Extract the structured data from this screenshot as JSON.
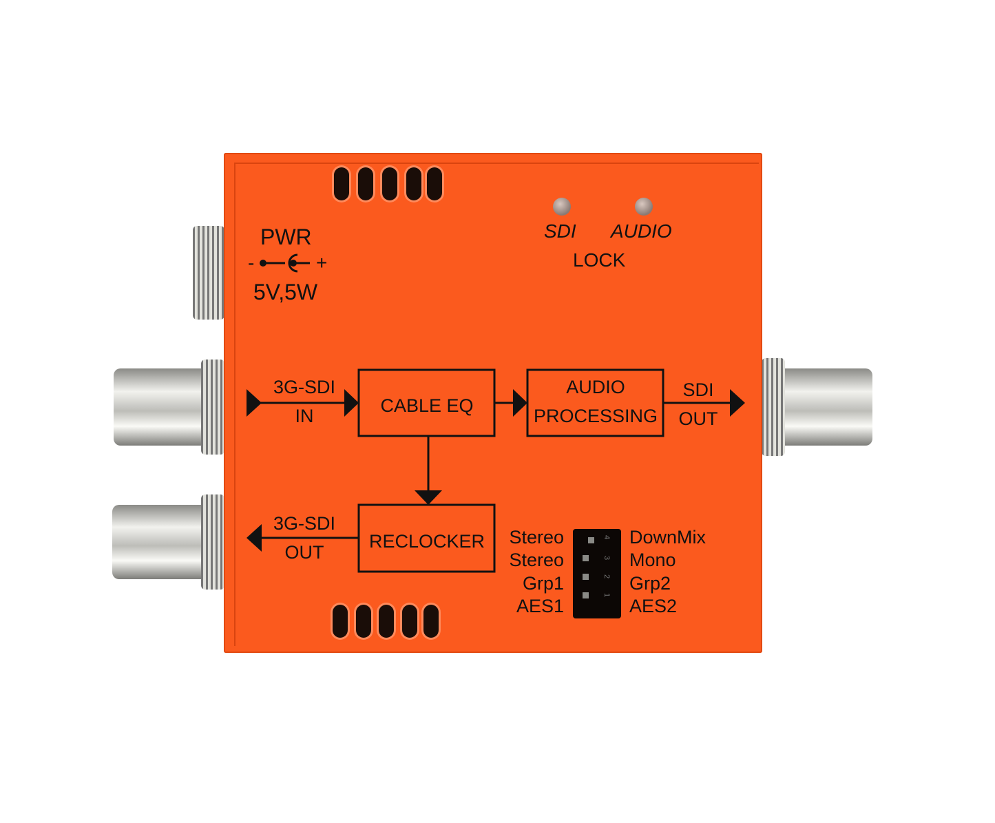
{
  "device": {
    "power": {
      "label": "PWR",
      "polarity_minus": "-",
      "polarity_plus": "+",
      "rating": "5V,5W"
    },
    "leds": [
      {
        "label": "SDI"
      },
      {
        "label": "AUDIO"
      }
    ],
    "lock_label": "LOCK",
    "diagram": {
      "input": {
        "line1": "3G-SDI",
        "line2": "IN"
      },
      "cable_eq": "CABLE EQ",
      "audio_processing": {
        "line1": "AUDIO",
        "line2": "PROCESSING"
      },
      "sdi_out": {
        "line1": "SDI",
        "line2": "OUT"
      },
      "reclocker": "RECLOCKER",
      "loop_out": {
        "line1": "3G-SDI",
        "line2": "OUT"
      }
    },
    "dip_switch": {
      "left_labels": [
        "Stereo",
        "Stereo",
        "Grp1",
        "AES1"
      ],
      "right_labels": [
        "DownMix",
        "Mono",
        "Grp2",
        "AES2"
      ],
      "numbers": [
        "4",
        "3",
        "2",
        "1"
      ]
    },
    "colors": {
      "housing": "#fb5a1e",
      "ink": "#111111"
    }
  }
}
